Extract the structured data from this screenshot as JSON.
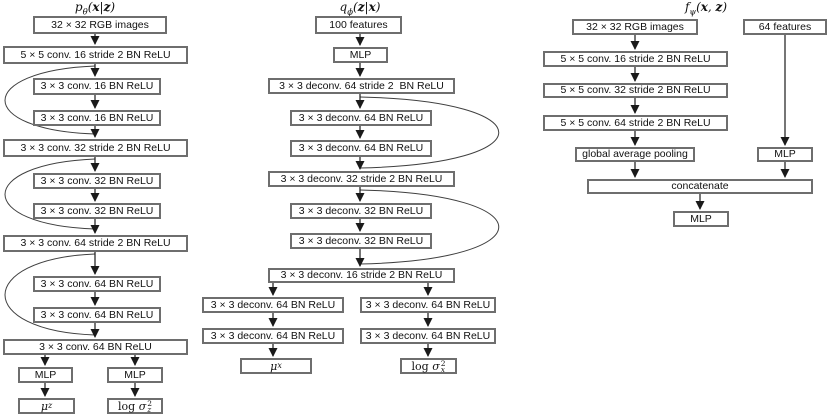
{
  "colors": {
    "background": "#ffffff",
    "box_border": "#6e6e6e",
    "text": "#111111",
    "arrow": "#1a1a1a",
    "skip_arc": "#3f3f3f"
  },
  "left": {
    "title": {
      "func": "p",
      "sub": "θ",
      "open": "(",
      "arg1": "x",
      "sep": "|",
      "arg2": "z",
      "close": ")"
    },
    "nodes": [
      "32 × 32 RGB images",
      "5 × 5 conv. 16 stride 2 BN ReLU",
      "3 × 3 conv. 16 BN ReLU",
      "3 × 3 conv. 16 BN ReLU",
      "3 × 3 conv. 32 stride 2 BN ReLU",
      "3 × 3 conv. 32 BN ReLU",
      "3 × 3 conv. 32 BN ReLU",
      "3 × 3 conv. 64 stride 2 BN ReLU",
      "3 × 3 conv. 64 BN ReLU",
      "3 × 3 conv. 64 BN ReLU",
      "3 × 3 conv. 64 BN ReLU",
      "MLP",
      "MLP"
    ],
    "outputs": {
      "mu": {
        "base": "μ",
        "sub": "z"
      },
      "logvar": {
        "prefix": "log ",
        "base": "σ",
        "sup": "2",
        "sub": "z"
      }
    }
  },
  "middle": {
    "title": {
      "func": "q",
      "sub": "ϕ",
      "open": "(",
      "arg1": "z",
      "sep": "|",
      "arg2": "x",
      "close": ")"
    },
    "nodes": [
      "100 features",
      "MLP",
      "3 × 3 deconv. 64 stride 2  BN ReLU",
      "3 × 3 deconv. 64 BN ReLU",
      "3 × 3 deconv. 64 BN ReLU",
      "3 × 3 deconv. 32 stride 2 BN ReLU",
      "3 × 3 deconv. 32 BN ReLU",
      "3 × 3 deconv. 32 BN ReLU",
      "3 × 3 deconv. 16 stride 2 BN ReLU",
      "3 × 3 deconv. 64 BN ReLU",
      "3 × 3 deconv. 64 BN ReLU",
      "3 × 3 deconv. 64 BN ReLU",
      "3 × 3 deconv. 64 BN ReLU"
    ],
    "outputs": {
      "mu": {
        "base": "μ",
        "sub": "x"
      },
      "logvar": {
        "prefix": "log ",
        "base": "σ",
        "sup": "2",
        "sub": "x"
      }
    }
  },
  "right": {
    "title": {
      "func": "f",
      "sub": "ψ",
      "open": "(",
      "arg1": "x",
      "sep": ", ",
      "arg2": "z",
      "close": ")"
    },
    "nodes": [
      "32 × 32 RGB images",
      "64 features",
      "5 × 5 conv. 16 stride 2 BN ReLU",
      "5 × 5 conv. 32 stride 2 BN ReLU",
      "5 × 5 conv. 64 stride 2 BN ReLU",
      "global average pooling",
      "MLP",
      "concatenate",
      "MLP"
    ]
  }
}
